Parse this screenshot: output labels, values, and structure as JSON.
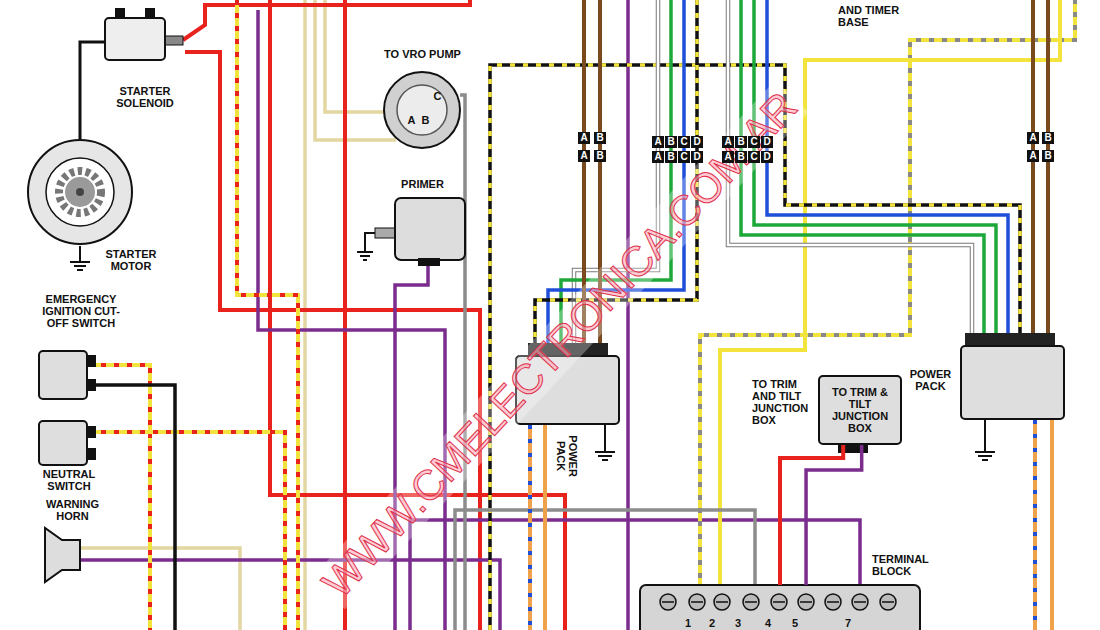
{
  "diagram": {
    "nodes": [
      {
        "text": [
          "STARTER SOLENOID"
        ]
      },
      {
        "text": [
          "STARTER MOTOR"
        ]
      },
      {
        "text": [
          "TO VRO PUMP",
          "A",
          "B",
          "C"
        ]
      },
      {
        "text": [
          "PRIMER"
        ]
      },
      {
        "text": [
          "EMERGENCY IGNITION CUT-OFF SWITCH"
        ]
      },
      {
        "text": [
          "NEUTRAL SWITCH"
        ]
      },
      {
        "text": [
          "WARNING HORN"
        ]
      },
      {
        "text": [
          "POWER PACK"
        ]
      },
      {
        "text": [
          "TO TRIM & TILT JUNCTION BOX"
        ]
      },
      {
        "text": [
          "POWER PACK"
        ]
      },
      {
        "text": [
          "TERMINAL BLOCK",
          "1",
          "2",
          "3",
          "4",
          "5",
          "7"
        ]
      }
    ],
    "edges": [
      {
        "from": 0,
        "to": 1,
        "arrow": "none"
      },
      {
        "from": 8,
        "to": 10,
        "arrow": "none"
      },
      {
        "from": 8,
        "to": 10,
        "arrow": "none"
      }
    ],
    "labels": [
      "AND TIMER BASE",
      "TO TRIM AND TILT JUNCTION BOX",
      "WWW.CMELECTRONICA.COM.AR",
      "A",
      "B",
      "A",
      "B",
      "A",
      "B",
      "C",
      "D",
      "A",
      "B",
      "C",
      "D",
      "A",
      "B",
      "C",
      "D",
      "A",
      "B",
      "C",
      "D",
      "A",
      "B",
      "A",
      "B"
    ]
  }
}
